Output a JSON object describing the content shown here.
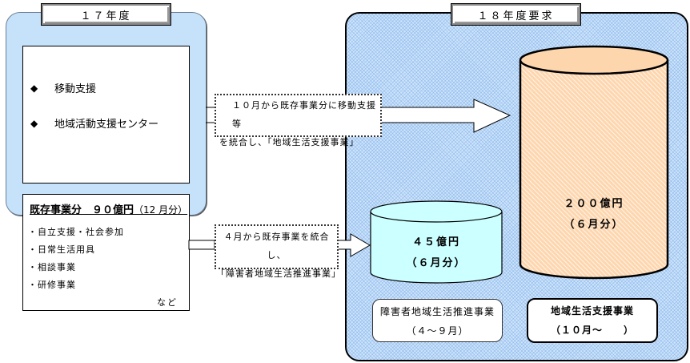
{
  "left_panel": {
    "title": "１７年度",
    "top_box": {
      "items": [
        {
          "icon": "diamond-bullet-icon",
          "glyph": "◆",
          "label": "移動支援"
        },
        {
          "icon": "diamond-bullet-icon",
          "glyph": "◆",
          "label": "地域活動支援センター"
        }
      ]
    },
    "existing_box": {
      "title": "既存事業分　９０億円",
      "title_sub": "（12 月分）",
      "items": [
        "・自立支援・社会参加",
        "・日常生活用具",
        "・相談事業",
        "・研修事業"
      ],
      "etc": "など"
    }
  },
  "right_panel": {
    "title": "１８年度要求",
    "large_cylinder": {
      "amount": "２００億円",
      "period": "（６月分）",
      "fill": "#fed6ae"
    },
    "small_cylinder": {
      "amount": "４５億円",
      "period": "（６月分）",
      "fill": "#ccffff"
    },
    "legend_left": {
      "name": "障害者地域生活推進事業",
      "period": "（４～９月）"
    },
    "legend_right": {
      "name": "地域生活支援事業",
      "period": "（１０月～　　）"
    }
  },
  "notes": {
    "top": {
      "line1": "１０月から既存事業分に移動支援等",
      "line2": "を統合し、「地域生活支援事業」"
    },
    "bottom": {
      "line1": "４月から既存事業を統合し、",
      "line2": "「障害者地域生活推進事業」"
    }
  },
  "colors": {
    "left_panel_bg": "#c6e2fb",
    "right_panel_bg": "#cfe5fb",
    "large_cylinder": "#fed6ae",
    "small_cylinder": "#ccffff"
  }
}
